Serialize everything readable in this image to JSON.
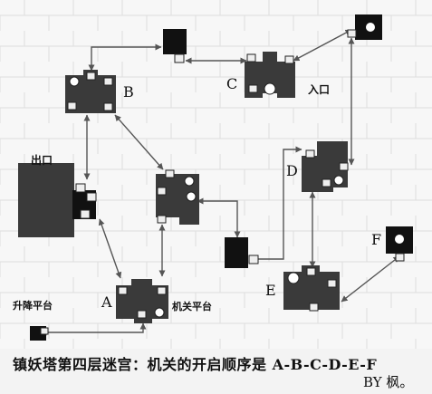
{
  "map": {
    "labels": {
      "exit": "出口",
      "entrance": "入口",
      "elevator": "升降平台",
      "mechanism": "机关平台",
      "room_a": "A",
      "room_b": "B",
      "room_c": "C",
      "room_d": "D",
      "room_e": "E",
      "room_f": "F"
    }
  },
  "caption": {
    "line1": "镇妖塔第四层迷宫：机关的开启顺序是 A-B-C-D-E-F",
    "line2": "BY 枫。"
  },
  "colors": {
    "room": "#3a3a3a",
    "panel": "#eeeeee",
    "arrow": "#555555",
    "background": "#ffffff"
  }
}
